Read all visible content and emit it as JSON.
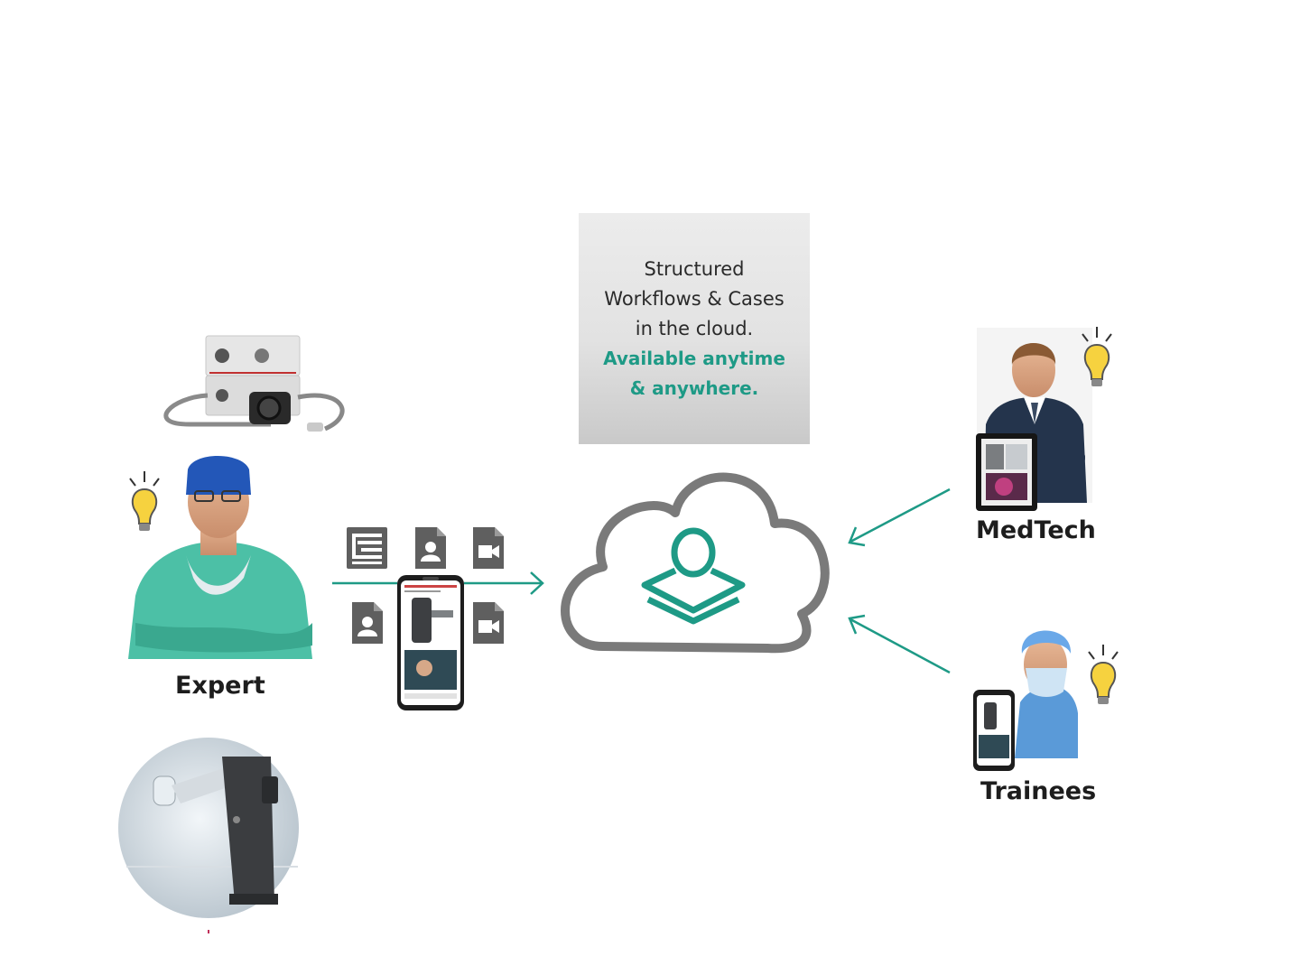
{
  "cloud_box": {
    "line1": "Structured",
    "line2": "Workflows & Cases",
    "line3": "in the cloud.",
    "accent1": "Available anytime",
    "accent2": "& anywhere."
  },
  "roles": {
    "expert": "Expert",
    "medtech": "MedTech",
    "trainees": "Trainees"
  },
  "colors": {
    "accent": "#1e9a86",
    "cloud_outline": "#7a7a7a",
    "bulb": "#f6d23f",
    "doc_icon": "#5f5f5f"
  },
  "icons": [
    "lightbulb-icon",
    "workflow-document-icon",
    "person-document-icon",
    "video-document-icon",
    "cloud-icon",
    "user-layers-icon",
    "arrow-right-icon",
    "arrow-left-icon",
    "smartphone-icon",
    "tablet-icon"
  ]
}
